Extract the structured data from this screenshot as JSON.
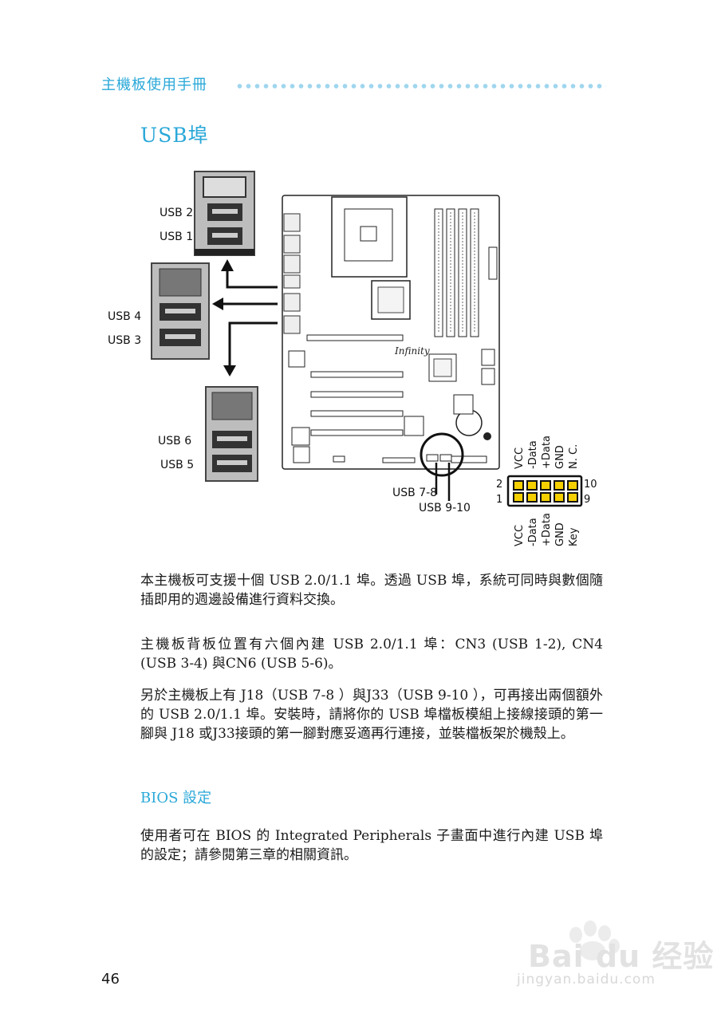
{
  "header": {
    "title": "主機板使用手冊"
  },
  "section": {
    "title": "USB埠"
  },
  "diagram": {
    "back_ports": [
      "USB 2",
      "USB 1",
      "USB 4",
      "USB 3",
      "USB 6",
      "USB 5"
    ],
    "board_label": "Infinity",
    "header_labels": [
      "USB 7-8",
      "USB 9-10"
    ],
    "pin_numbers": {
      "top_left": "2",
      "bottom_left": "1",
      "top_right": "10",
      "bottom_right": "9"
    },
    "top_pins": [
      "VCC",
      "-Data",
      "+Data",
      "GND",
      "N. C."
    ],
    "bottom_pins": [
      "VCC",
      "-Data",
      "+Data",
      "GND",
      "Key"
    ],
    "colors": {
      "pin_fill": "#f5d000",
      "pin_border": "#111111"
    }
  },
  "paragraphs": {
    "p1": "本主機板可支援十個 USB 2.0/1.1 埠。透過 USB 埠，系統可同時與數個隨插即用的週邊設備進行資料交換。",
    "p2": "主機板背板位置有六個內建 USB 2.0/1.1 埠：CN3 (USB 1-2), CN4 (USB 3-4) 與CN6 (USB 5-6)。",
    "p3": "另於主機板上有 J18（USB 7-8 ）與J33（USB 9-10 ），可再接出兩個額外的 USB 2.0/1.1 埠。安裝時，請將你的 USB 埠檔板模組上接線接頭的第一腳與 J18 或J33接頭的第一腳對應妥適再行連接，並裝檔板架於機殼上。",
    "p4": "使用者可在 BIOS 的 Integrated Peripherals 子畫面中進行內建 USB 埠的設定；請參閱第三章的相關資訊。"
  },
  "bios": {
    "title": "BIOS 設定"
  },
  "footer": {
    "page_number": "46"
  },
  "watermark": {
    "brand": "Bai du 经验",
    "url": "jingyan.baidu.com"
  }
}
